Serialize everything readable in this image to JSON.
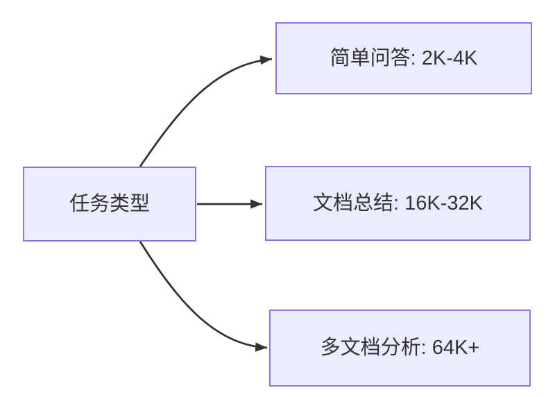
{
  "diagram": {
    "type": "flowchart-left-to-right",
    "root": {
      "label": "任务类型"
    },
    "branches": [
      {
        "label": "简单问答: 2K-4K"
      },
      {
        "label": "文档总结: 16K-32K"
      },
      {
        "label": "多文档分析: 64K+"
      }
    ],
    "edges": [
      {
        "from": "任务类型",
        "to": "简单问答: 2K-4K"
      },
      {
        "from": "任务类型",
        "to": "文档总结: 16K-32K"
      },
      {
        "from": "任务类型",
        "to": "多文档分析: 64K+"
      }
    ]
  },
  "colors": {
    "background": "#FFFFFF",
    "node_fill": "#ECECFF",
    "node_border": "#9370DB",
    "edge": "#333333",
    "text": "#333333"
  }
}
